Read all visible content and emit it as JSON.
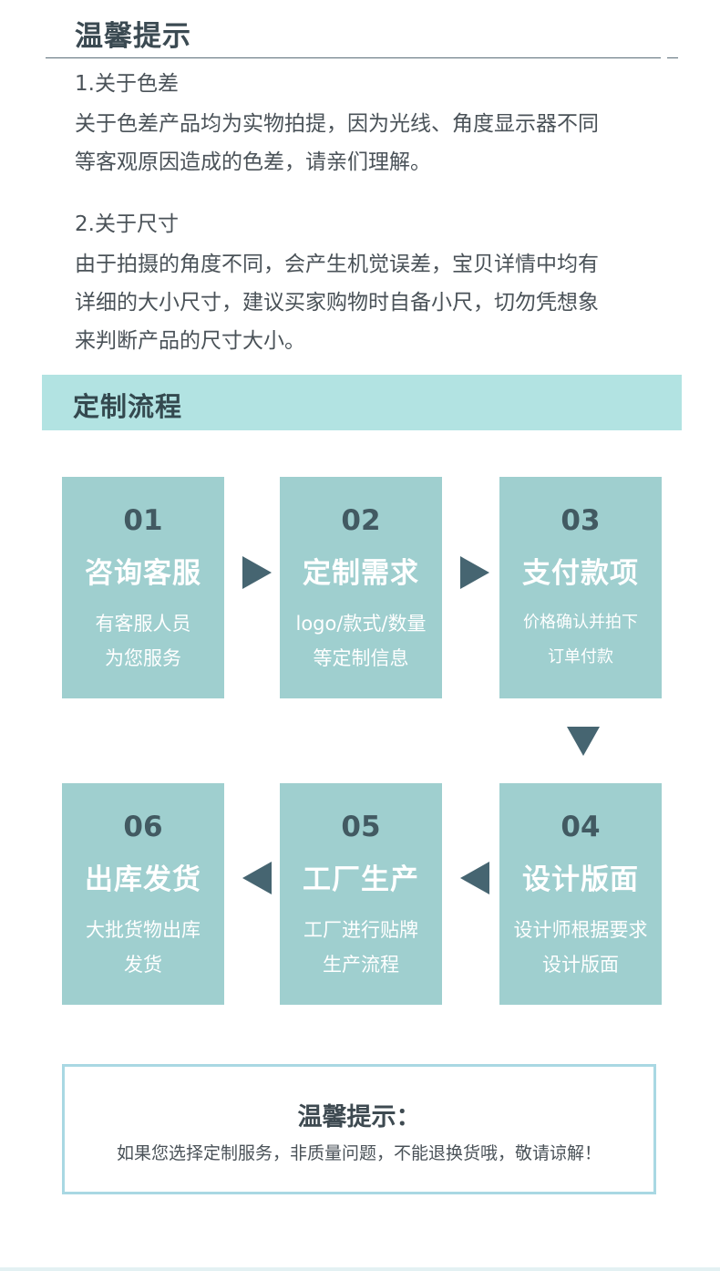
{
  "header": {
    "title": "温馨提示"
  },
  "color_diff": {
    "title": "1.关于色差",
    "lines": [
      "关于色差产品均为实物拍提，因为光线、角度显示器不同",
      "等客观原因造成的色差，请亲们理解。"
    ]
  },
  "size": {
    "title": "2.关于尺寸",
    "lines": [
      "由于拍摄的角度不同，会产生机觉误差，宝贝详情中均有",
      "详细的大小尺寸，建议买家购物时自备小尺，切勿凭想象",
      "来判断产品的尺寸大小。"
    ]
  },
  "process": {
    "title": "定制流程",
    "steps": [
      {
        "num": "01",
        "title": "咨询客服",
        "desc1": "有客服人员",
        "desc2": "为您服务"
      },
      {
        "num": "02",
        "title": "定制需求",
        "desc1": "logo/款式/数量",
        "desc2": "等定制信息"
      },
      {
        "num": "03",
        "title": "支付款项",
        "desc1": "价格确认并拍下",
        "desc2": "订单付款"
      },
      {
        "num": "04",
        "title": "设计版面",
        "desc1": "设计师根据要求",
        "desc2": "设计版面"
      },
      {
        "num": "05",
        "title": "工厂生产",
        "desc1": "工厂进行贴牌",
        "desc2": "生产流程"
      },
      {
        "num": "06",
        "title": "出库发货",
        "desc1": "大批货物出库",
        "desc2": "发货"
      }
    ]
  },
  "notice": {
    "title": "温馨提示：",
    "text": "如果您选择定制服务，非质量问题，不能退换货哦，敬请谅解！"
  },
  "colors": {
    "card": "#9fcfcf",
    "banner": "#b2e3e2",
    "arrow": "#466571",
    "border": "#a9d8e3"
  }
}
